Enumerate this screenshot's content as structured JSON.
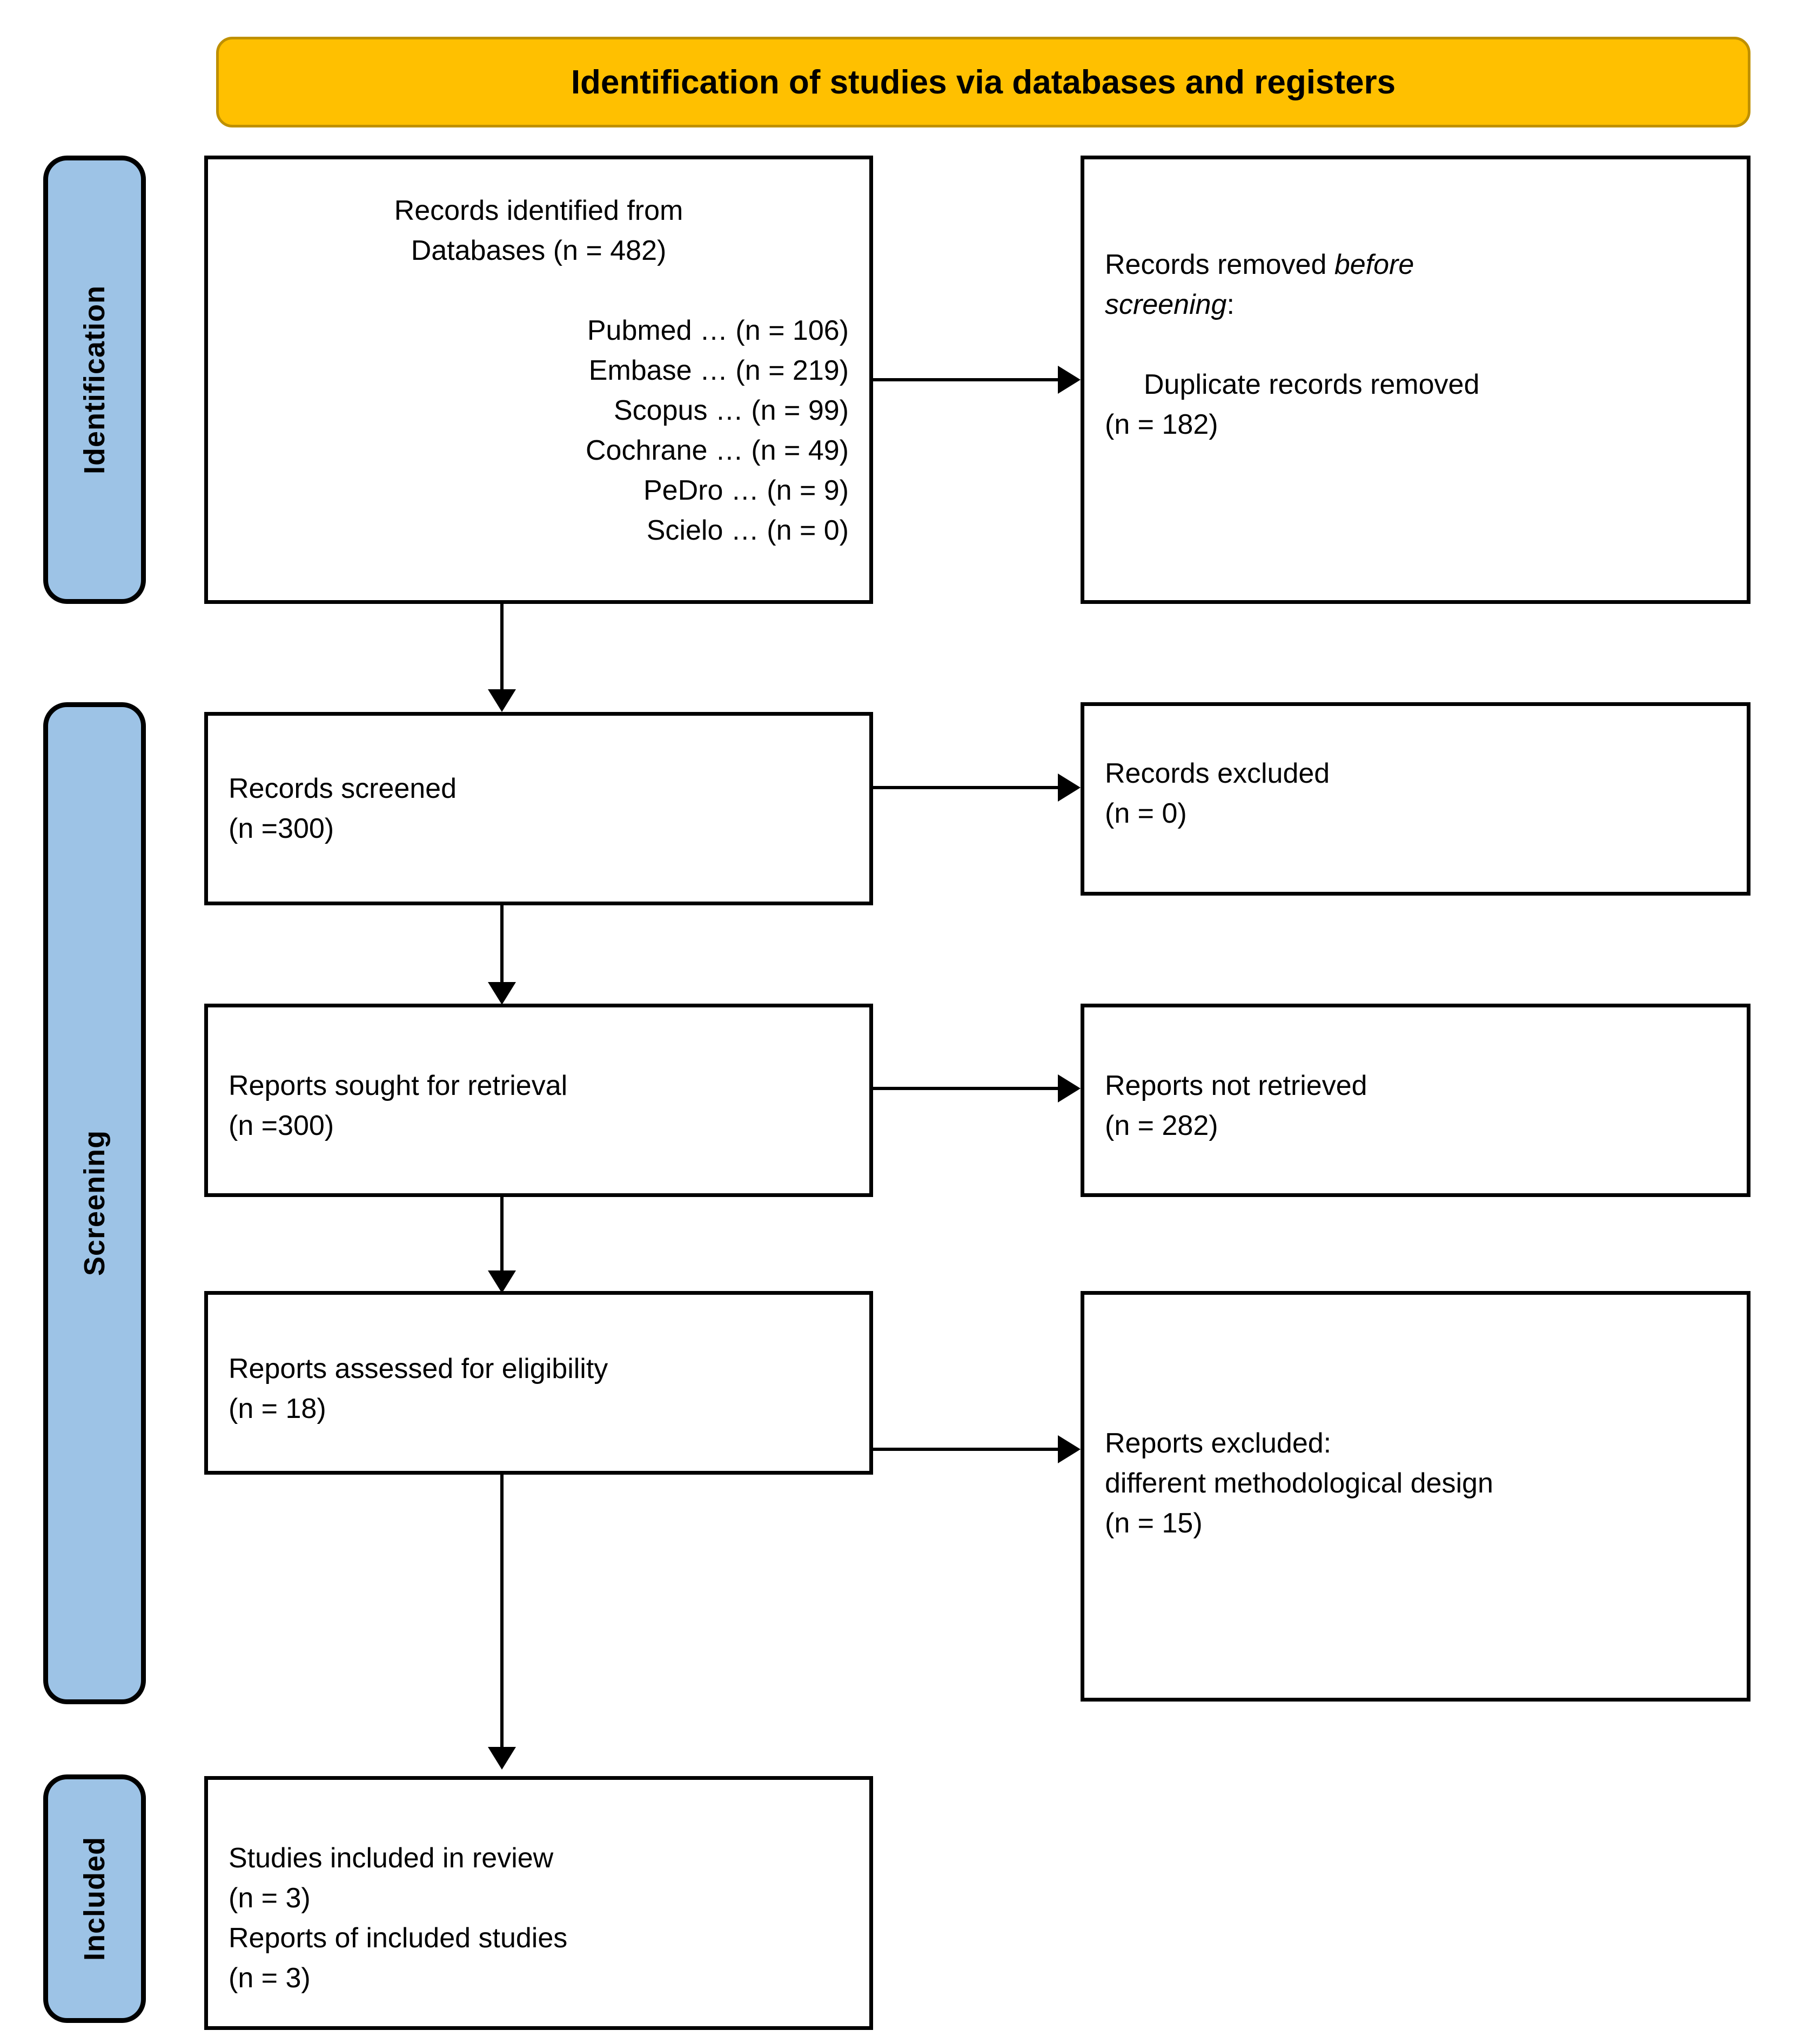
{
  "diagram": {
    "title": "Identification of studies via databases and registers",
    "colors": {
      "banner_fill": "#FFC000",
      "banner_border": "#BF9000",
      "stage_tab_fill": "#9DC3E6",
      "box_border": "#000000",
      "text": "#000000"
    }
  },
  "stages": [
    {
      "key": "identification",
      "label": "Identification"
    },
    {
      "key": "screening",
      "label": "Screening"
    },
    {
      "key": "included",
      "label": "Included"
    }
  ],
  "boxes": {
    "records_identified": {
      "title_line1": "Records identified from",
      "title_line2": "Databases (n = 482)",
      "sources": [
        "Pubmed … (n = 106)",
        "Embase … (n = 219)",
        "Scopus … (n = 99)",
        "Cochrane … (n = 49)",
        "PeDro … (n = 9)",
        "Scielo … (n = 0)"
      ]
    },
    "records_removed": {
      "line1_pre": "Records removed ",
      "line1_em": "before",
      "line2_em": "screening",
      "line2_post": ":",
      "detail_line1": "Duplicate records removed",
      "detail_line2": "(n = 182)"
    },
    "records_screened": {
      "line1": "Records screened",
      "line2": "(n =300)"
    },
    "records_excluded": {
      "line1": "Records excluded",
      "line2": "(n = 0)"
    },
    "reports_sought": {
      "line1": "Reports sought for retrieval",
      "line2": "(n =300)"
    },
    "reports_not_retrieved": {
      "line1": "Reports not retrieved",
      "line2": "(n = 282)"
    },
    "reports_assessed": {
      "line1": "Reports assessed for eligibility",
      "line2": "(n = 18)"
    },
    "reports_excluded": {
      "line1": "Reports excluded:",
      "line2": "different methodological design",
      "line3": "(n = 15)"
    },
    "studies_included": {
      "line1": "Studies included in review",
      "line2": "(n = 3)",
      "line3": "Reports of included studies",
      "line4": "(n = 3)"
    }
  },
  "chart_data": {
    "type": "diagram",
    "title": "Identification of studies via databases and registers",
    "flow": [
      {
        "stage": "Identification",
        "node": "Records identified from Databases",
        "n": 482,
        "breakdown": [
          {
            "source": "Pubmed",
            "n": 106
          },
          {
            "source": "Embase",
            "n": 219
          },
          {
            "source": "Scopus",
            "n": 99
          },
          {
            "source": "Cochrane",
            "n": 49
          },
          {
            "source": "PeDro",
            "n": 9
          },
          {
            "source": "Scielo",
            "n": 0
          }
        ]
      },
      {
        "stage": "Identification",
        "node": "Records removed before screening: Duplicate records removed",
        "n": 182,
        "kind": "excluded"
      },
      {
        "stage": "Screening",
        "node": "Records screened",
        "n": 300
      },
      {
        "stage": "Screening",
        "node": "Records excluded",
        "n": 0,
        "kind": "excluded"
      },
      {
        "stage": "Screening",
        "node": "Reports sought for retrieval",
        "n": 300
      },
      {
        "stage": "Screening",
        "node": "Reports not retrieved",
        "n": 282,
        "kind": "excluded"
      },
      {
        "stage": "Screening",
        "node": "Reports assessed for eligibility",
        "n": 18
      },
      {
        "stage": "Screening",
        "node": "Reports excluded: different methodological design",
        "n": 15,
        "kind": "excluded"
      },
      {
        "stage": "Included",
        "node": "Studies included in review",
        "n": 3
      },
      {
        "stage": "Included",
        "node": "Reports of included studies",
        "n": 3
      }
    ]
  }
}
